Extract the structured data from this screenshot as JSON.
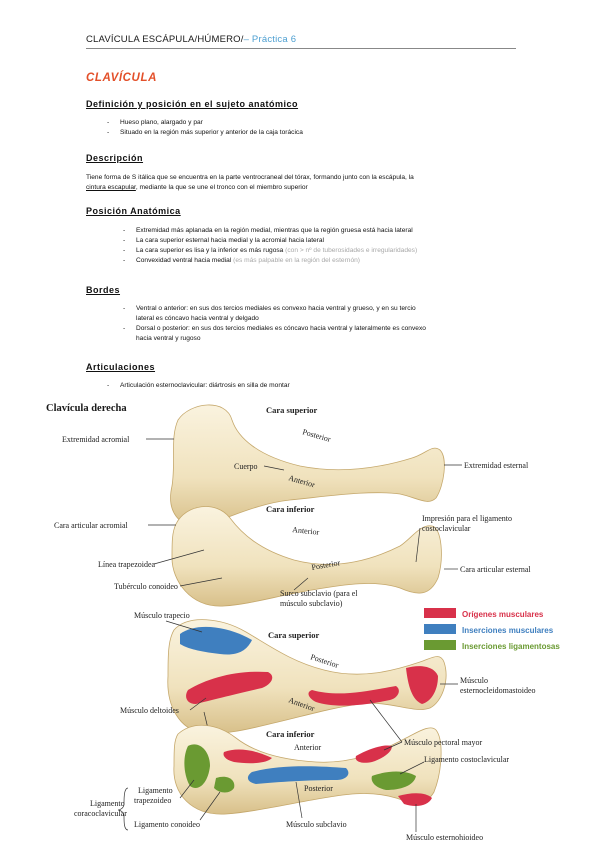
{
  "header": {
    "title": "CLAVÍCULA ESCÁPULA/HÚMERO/",
    "suffix": "– Práctica 6"
  },
  "section_title": "CLAVÍCULA",
  "definicion": {
    "heading": "Definición y posición en el sujeto anatómico",
    "items": [
      "Hueso plano, alargado y par",
      "Situado en la región más superior y anterior de la caja torácica"
    ]
  },
  "descripcion": {
    "heading": "Descripción",
    "text_a": "Tiene forma de S itálica que se encuentra en la parte ventrocraneal del tórax, formando junto con la escápula, la",
    "text_u": "cintura escapular",
    "text_b": ", mediante la que se une el tronco con el miembro superior"
  },
  "posicion": {
    "heading": "Posición Anatómica",
    "items": [
      {
        "text": "Extremidad más aplanada en la región medial, mientras que la región gruesa está hacia lateral",
        "note": ""
      },
      {
        "text": "La cara superior esternal hacia medial y la acromial hacia lateral",
        "note": ""
      },
      {
        "text": "La cara superior es lisa y la inferior es más rugosa",
        "note": "(con > nº de tuberosidades e irregularidades)"
      },
      {
        "text": "Convexidad ventral hacia medial",
        "note": "(es más palpable en la región del esternón)"
      }
    ]
  },
  "bordes": {
    "heading": "Bordes",
    "items": [
      {
        "l1": "Ventral o anterior: en sus dos tercios mediales es convexo hacia ventral y grueso, y en su tercio",
        "l2": "lateral es cóncavo hacia ventral y delgado"
      },
      {
        "l1": "Dorsal o posterior: en sus dos tercios mediales es cóncavo hacia ventral y lateralmente es convexo",
        "l2": "hacia ventral y rugoso"
      }
    ]
  },
  "articulaciones": {
    "heading": "Articulaciones",
    "items": [
      "Articulación esternoclavicular: diártrosis en silla de montar"
    ]
  },
  "figure": {
    "title": "Clavícula derecha",
    "views": [
      {
        "label": "Cara superior",
        "sub1": "Posterior",
        "sub2": "Anterior"
      },
      {
        "label": "Cara inferior",
        "sub1": "Anterior",
        "sub2": "Posterior"
      },
      {
        "label": "Cara superior",
        "sub1": "Posterior",
        "sub2": "Anterior"
      },
      {
        "label": "Cara inferior",
        "sub1": "Anterior",
        "sub2": "Posterior"
      }
    ],
    "labels": {
      "extremidad_acromial": "Extremidad acromial",
      "cuerpo": "Cuerpo",
      "extremidad_esternal": "Extremidad esternal",
      "cara_art_acromial": "Cara articular acromial",
      "linea_trapezoidea": "Línea trapezoidea",
      "tuberculo_conoideo": "Tubérculo conoideo",
      "impresion_l1": "Impresión para el ligamento",
      "impresion_l2": "costoclavicular",
      "cara_art_esternal": "Cara articular esternal",
      "surco_l1": "Surco subclavio (para el",
      "surco_l2": "músculo subclavio)",
      "musculo_trapecio": "Músculo trapecio",
      "scm_l1": "Músculo",
      "scm_l2": "esternocleidomastoideo",
      "musculo_deltoides": "Músculo deltoides",
      "pectoral_mayor": "Músculo pectoral mayor",
      "lig_costoclavicular": "Ligamento costoclavicular",
      "lig_trapezoideo_l1": "Ligamento",
      "lig_trapezoideo_l2": "trapezoideo",
      "lig_coracoclavicular_l1": "Ligamento",
      "lig_coracoclavicular_l2": "coracoclavicular",
      "musculo_subclavio": "Músculo subclavio",
      "lig_conoideo": "Ligamento conoideo",
      "musculo_esternohioideo": "Músculo esternohioideo"
    },
    "legend": [
      {
        "label": "Orígenes musculares",
        "color": "#d8314a"
      },
      {
        "label": "Inserciones musculares",
        "color": "#3f7fbf"
      },
      {
        "label": "Inserciones ligamentosas",
        "color": "#6a9a32"
      }
    ]
  },
  "colors": {
    "section": "#e3502a",
    "accent": "#4d9fd1",
    "bone": "#f2e6c6",
    "bone_shade": "#d9c38e"
  }
}
